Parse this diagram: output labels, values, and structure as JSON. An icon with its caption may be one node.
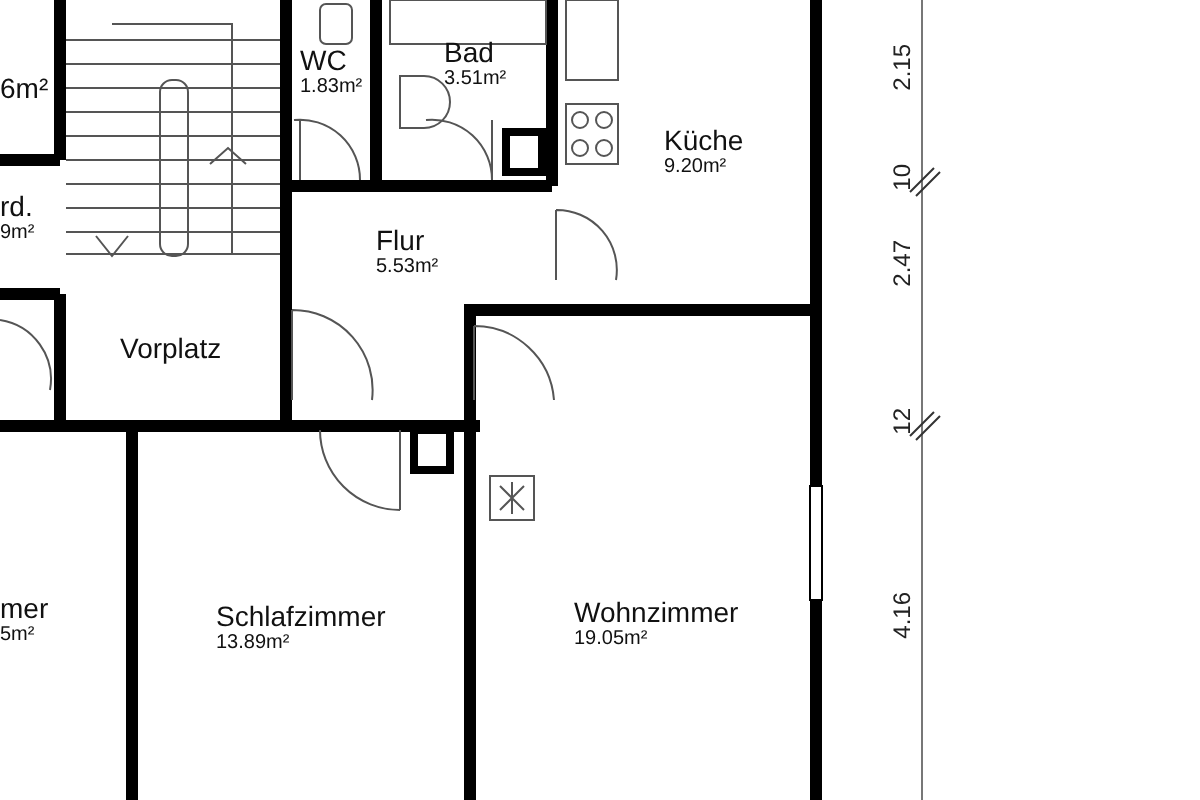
{
  "diagram": {
    "nodes": [
      {
        "text": [
          "6m²"
        ]
      },
      {
        "text": [
          "rd.",
          "9m²"
        ]
      },
      {
        "text": [
          "WC",
          "1.83m²"
        ]
      },
      {
        "text": [
          "Bad",
          "3.51m²"
        ]
      },
      {
        "text": [
          "Küche",
          "9.20m²"
        ]
      },
      {
        "text": [
          "Flur",
          "5.53m²"
        ]
      },
      {
        "text": [
          "Vorplatz"
        ]
      },
      {
        "text": [
          "mer",
          "5m²"
        ]
      },
      {
        "text": [
          "Schlafzimmer",
          "13.89m²"
        ]
      },
      {
        "text": [
          "Wohnzimmer",
          "19.05m²"
        ]
      }
    ],
    "labels": [
      "2.15",
      "10",
      "2.47",
      "12",
      "4.16"
    ]
  }
}
